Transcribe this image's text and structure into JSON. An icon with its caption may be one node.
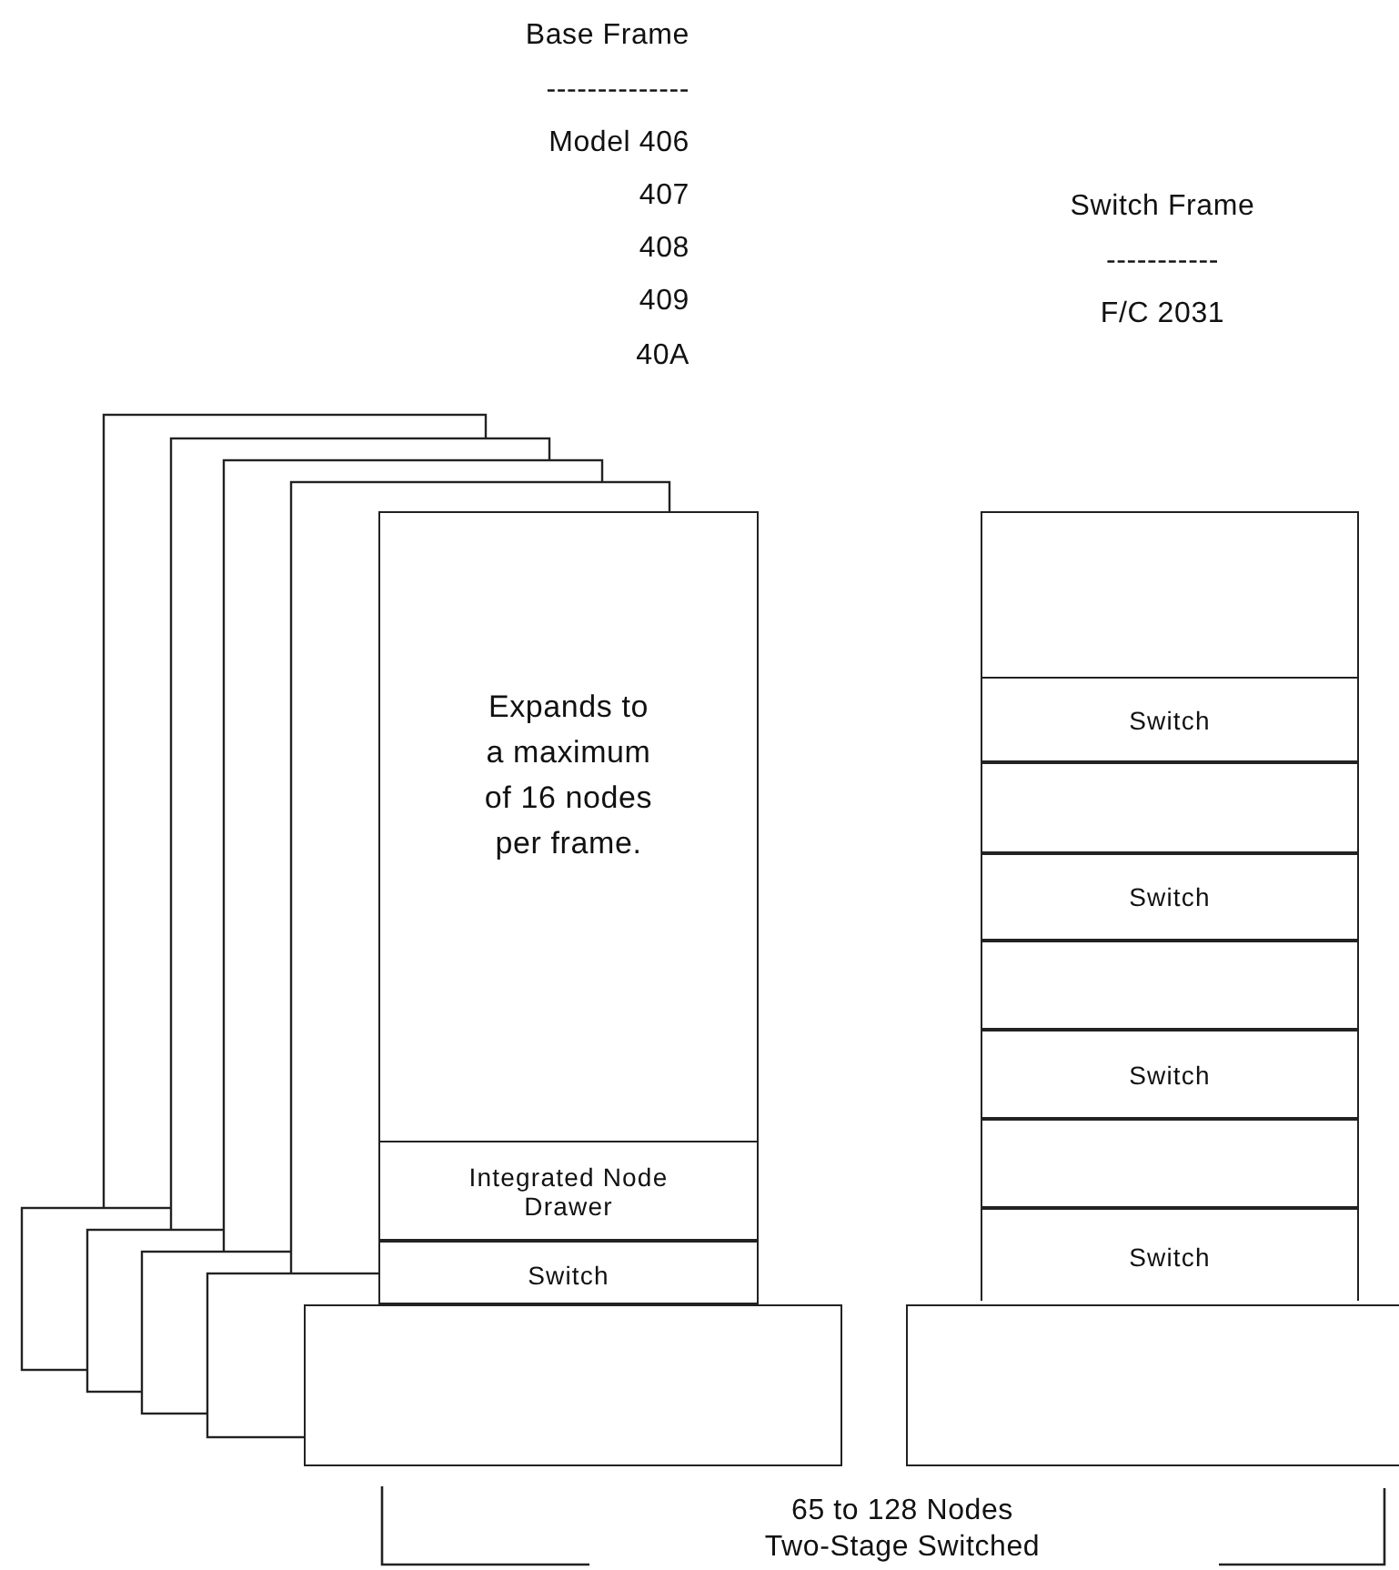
{
  "diagram": {
    "nodes": [
      {
        "text": [],
        "shape": "box"
      },
      {
        "text": [],
        "shape": "box"
      },
      {
        "text": [],
        "shape": "box"
      },
      {
        "text": [],
        "shape": "box"
      },
      {
        "text": [
          "Expands to a maximum of 16 nodes per frame."
        ]
      },
      {
        "text": [
          "Integrated Node Drawer"
        ],
        "in": 4
      },
      {
        "text": [
          "Switch"
        ],
        "in": 4
      },
      {
        "text": [],
        "shape": "box"
      },
      {
        "text": [],
        "shape": "box"
      },
      {
        "text": [
          "Switch"
        ],
        "in": 8
      },
      {
        "text": [],
        "shape": "box",
        "in": 8
      },
      {
        "text": [
          "Switch"
        ],
        "in": 8
      },
      {
        "text": [],
        "shape": "box",
        "in": 8
      },
      {
        "text": [
          "Switch"
        ],
        "in": 8
      },
      {
        "text": [],
        "shape": "box",
        "in": 8
      },
      {
        "text": [
          "Switch"
        ],
        "in": 8
      },
      {
        "text": [],
        "shape": "box"
      }
    ],
    "labels": [
      "Base Frame",
      "--------------",
      "Model 406",
      "407",
      "408",
      "409",
      "40A",
      "Switch Frame",
      "-----------",
      "F/C 2031",
      "65 to 128 Nodes",
      "Two-Stage Switched"
    ]
  }
}
